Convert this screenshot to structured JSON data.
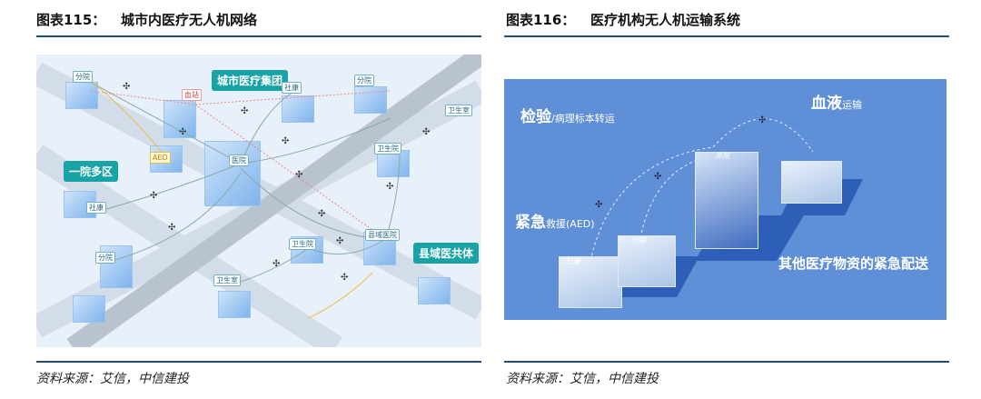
{
  "left_figure": {
    "number": "图表115：",
    "title": "城市内医疗无人机网络",
    "source": "资料来源：艾信，中信建投",
    "big_labels": [
      "城市医疗集团",
      "一院多区",
      "县域医共体"
    ],
    "tags": [
      "分院",
      "血站",
      "社康",
      "分院",
      "卫生室",
      "卫生院",
      "医院",
      "AED",
      "社康",
      "分院",
      "卫生院",
      "县域医院",
      "卫生室"
    ]
  },
  "right_figure": {
    "number": "图表116：",
    "title": "医疗机构无人机运输系统",
    "source": "资料来源：艾信，中信建投",
    "labels": {
      "inspection_main": "检验",
      "inspection_sub": "/病理标本转运",
      "blood_main": "血液",
      "blood_sub": "运输",
      "emergency_main": "紧急",
      "emergency_sub": "救援(AED)",
      "other": "其他医疗物资的紧急配送"
    },
    "building_tags": [
      "总院",
      "分院",
      "社康"
    ]
  },
  "colors": {
    "rule": "#1f4e79",
    "teal": "#18a3a6",
    "panel_blue": "#5f8fd6"
  }
}
